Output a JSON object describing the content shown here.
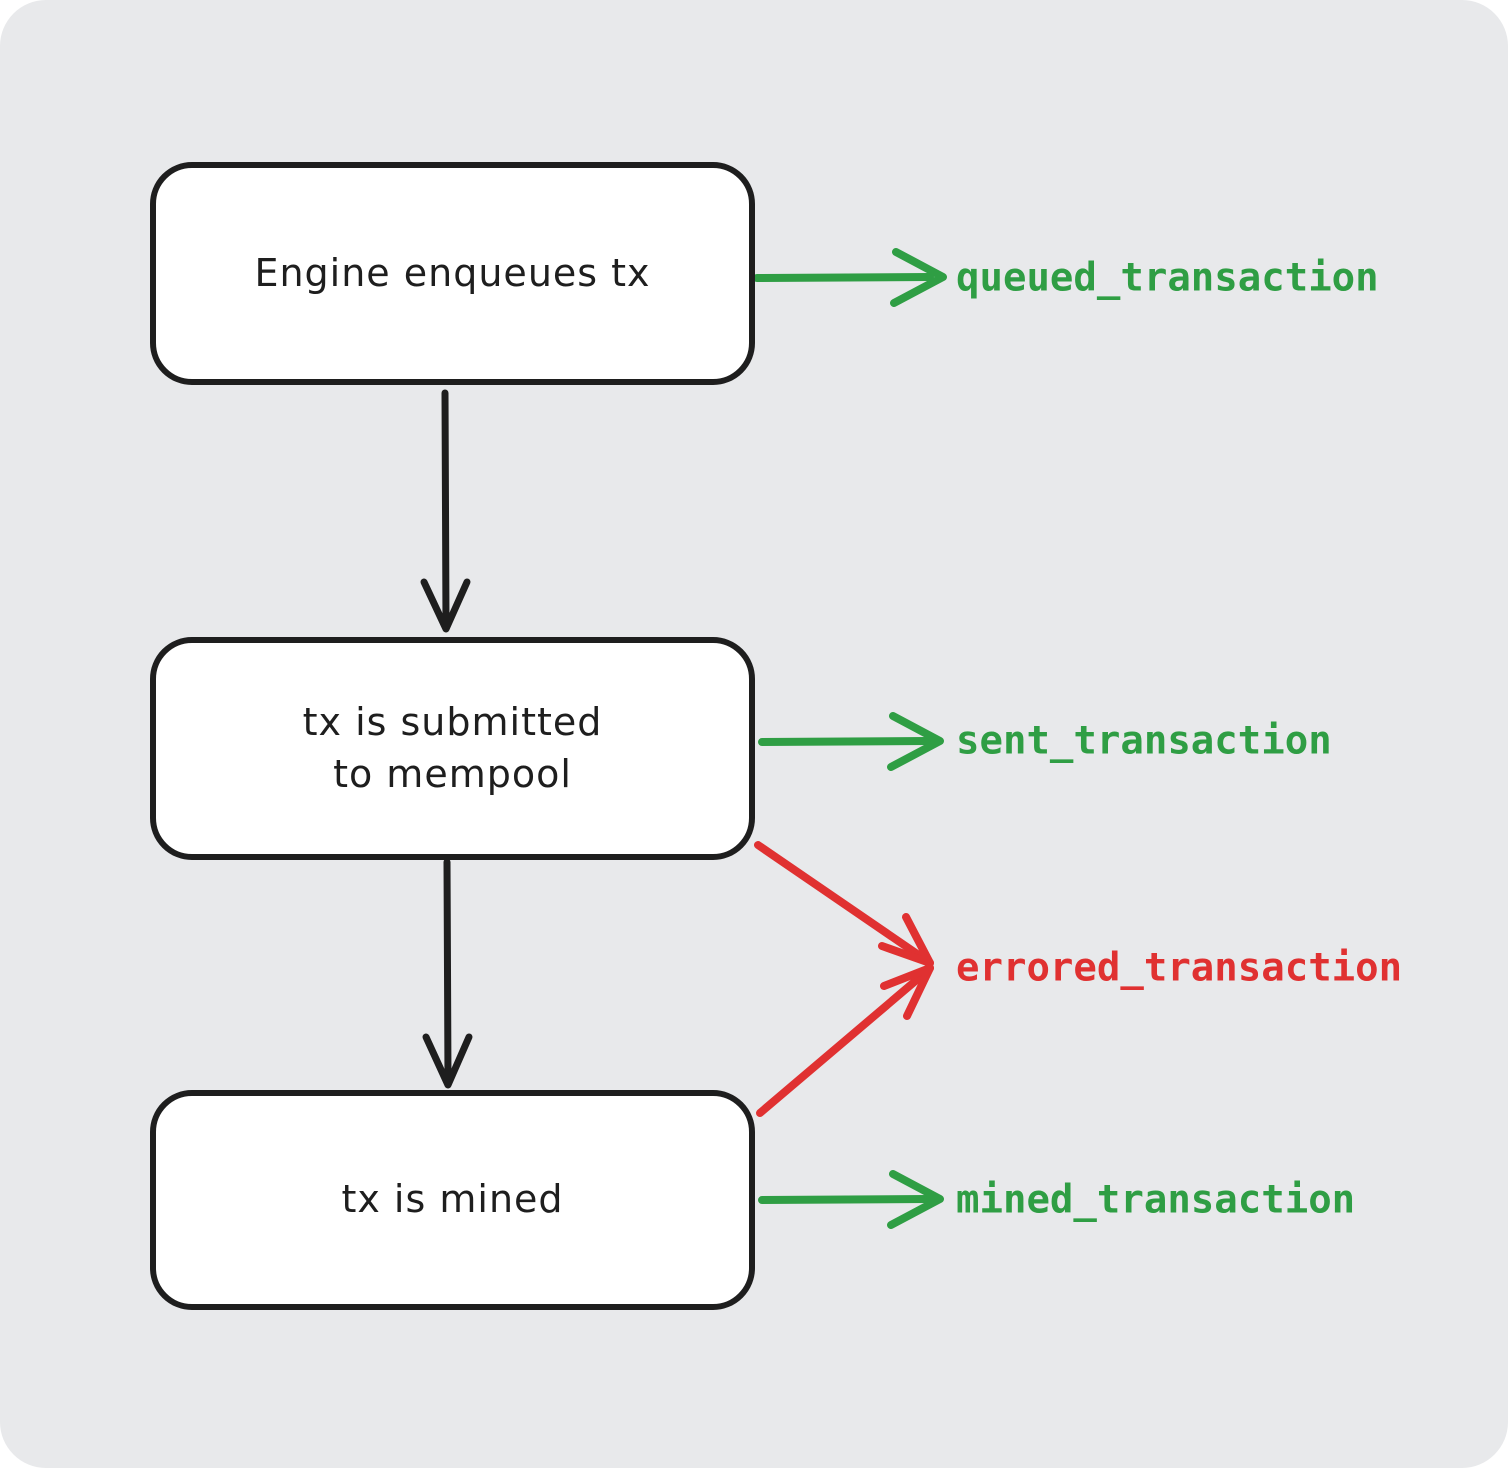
{
  "diagram": {
    "type": "flowchart",
    "style": "hand-drawn",
    "nodes": [
      {
        "id": "engine-enqueues-tx",
        "label": "Engine enqueues tx"
      },
      {
        "id": "tx-submitted-mempool",
        "label": "tx is submitted\nto mempool"
      },
      {
        "id": "tx-mined",
        "label": "tx is mined"
      }
    ],
    "event_labels": [
      {
        "id": "queued",
        "label": "queued_transaction",
        "status": "success"
      },
      {
        "id": "sent",
        "label": "sent_transaction",
        "status": "success"
      },
      {
        "id": "errored",
        "label": "errored_transaction",
        "status": "error"
      },
      {
        "id": "mined",
        "label": "mined_transaction",
        "status": "success"
      }
    ],
    "edges": [
      {
        "from": "engine-enqueues-tx",
        "to": "tx-submitted-mempool",
        "color": "black"
      },
      {
        "from": "tx-submitted-mempool",
        "to": "tx-mined",
        "color": "black"
      },
      {
        "from": "engine-enqueues-tx",
        "to": "queued_transaction",
        "color": "green"
      },
      {
        "from": "tx-submitted-mempool",
        "to": "sent_transaction",
        "color": "green"
      },
      {
        "from": "tx-submitted-mempool",
        "to": "errored_transaction",
        "color": "red"
      },
      {
        "from": "tx-mined",
        "to": "errored_transaction",
        "color": "red"
      },
      {
        "from": "tx-mined",
        "to": "mined_transaction",
        "color": "green"
      }
    ],
    "colors": {
      "success_green": "#2f9e44",
      "error_red": "#e03131",
      "stroke_black": "#1e1e1e",
      "node_fill": "#ffffff",
      "canvas_gray": "#e8e9eb"
    }
  }
}
